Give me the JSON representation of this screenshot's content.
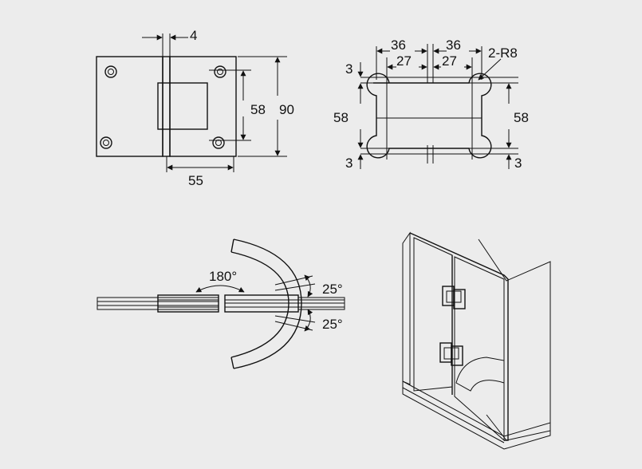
{
  "hinge_elevation": {
    "dim_gap": "4",
    "dim_inner_height": "58",
    "dim_total_height": "90",
    "dim_width": "55"
  },
  "glass_cutout": {
    "dim_top_left": "36",
    "dim_top_right": "36",
    "dim_inner_left": "27",
    "dim_inner_right": "27",
    "radius_label": "2-R8",
    "dim_top_offset": "3",
    "dim_left_height": "58",
    "dim_right_height": "58",
    "dim_bottom_left": "3",
    "dim_bottom_right": "3"
  },
  "rotation": {
    "angle_total": "180°",
    "angle_up": "25°",
    "angle_down": "25°"
  },
  "colors": {
    "background": "#ececec",
    "line": "#111111",
    "glass": "#d7e9ee",
    "hinge_fill": "#f4f4f4"
  }
}
